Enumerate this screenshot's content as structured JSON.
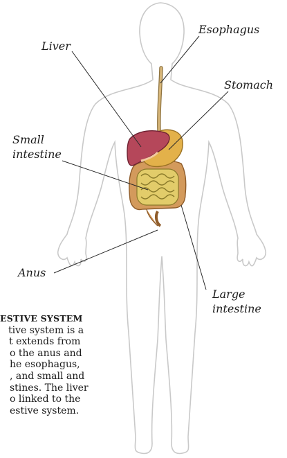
{
  "labels": {
    "esophagus": "Esophagus",
    "liver": "Liver",
    "stomach": "Stomach",
    "small_intestine": [
      "Small",
      "intestine"
    ],
    "anus": "Anus",
    "large_intestine": [
      "Large",
      "intestine"
    ]
  },
  "caption": {
    "title": "ESTIVE SYSTEM",
    "lines": [
      "tive system is a",
      "t extends from",
      "o the anus and",
      "he esophagus,",
      ", and small and",
      "stines. The liver",
      "o linked to the",
      "estive system."
    ]
  },
  "colors": {
    "outline": "#c9c9c9",
    "liver": "#b5475a",
    "stomach": "#e3b14a",
    "intestine": "#d39a5c",
    "small_intestine": "#d9c05a",
    "esophagus": "#c9a86a"
  }
}
